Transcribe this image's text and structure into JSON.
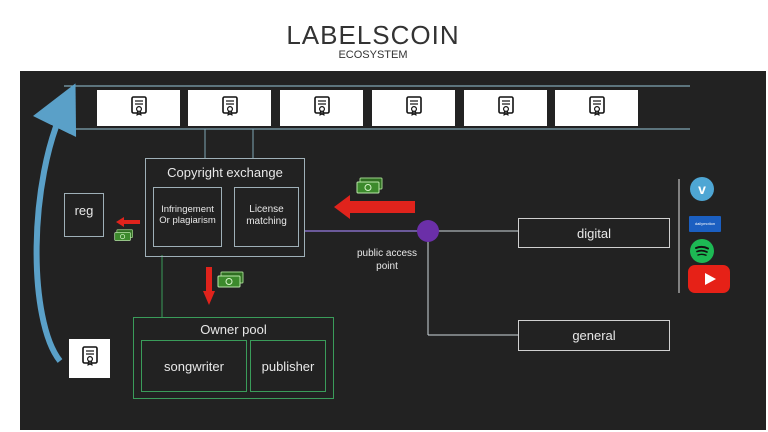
{
  "header": {
    "title": "LABELSCOIN",
    "subtitle": "ECOSYSTEM"
  },
  "exchange": {
    "title": "Copyright exchange",
    "infringement": "Infringement\nOr plagiarism",
    "license": "License\nmatching"
  },
  "reg": {
    "label": "reg"
  },
  "access_point": {
    "label": "public access\npoint"
  },
  "outlets": {
    "digital": "digital",
    "general": "general"
  },
  "owner_pool": {
    "title": "Owner pool",
    "songwriter": "songwriter",
    "publisher": "publisher"
  },
  "platform_icons": [
    "vimeo-icon",
    "dailymotion-icon",
    "spotify-icon",
    "youtube-icon"
  ],
  "icons": {
    "dailymotion_text": "dailymotion"
  },
  "colors": {
    "background": "#222222",
    "accent_red": "#e0231c",
    "accent_purple": "#6b2fa8",
    "accent_blue": "#5aa0c8",
    "money_green": "#3c8a2c"
  }
}
